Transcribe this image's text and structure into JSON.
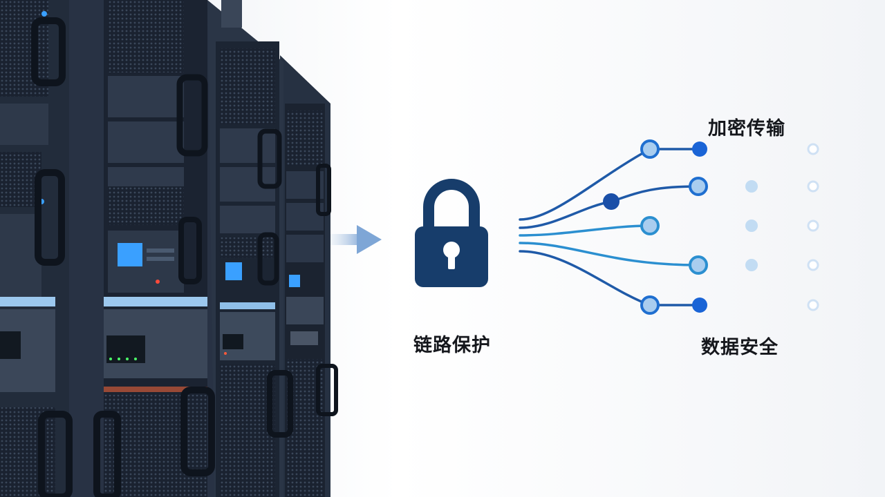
{
  "labels": {
    "link_protection": "链路保护",
    "encrypted_transmission": "加密传输",
    "data_security": "数据安全"
  },
  "colors": {
    "rack_dark": "#1c2533",
    "rack_frame": "#2a3546",
    "lock": "#173d6b",
    "line_dark": "#1f5aa8",
    "line_light": "#2b8fd0",
    "node_fill_light": "#a9cdef",
    "node_fill_dark": "#1a64d6",
    "indicator_blue": "#3aa0ff"
  },
  "icons": {
    "lock": "padlock-icon",
    "arrow": "arrow-right-icon"
  }
}
